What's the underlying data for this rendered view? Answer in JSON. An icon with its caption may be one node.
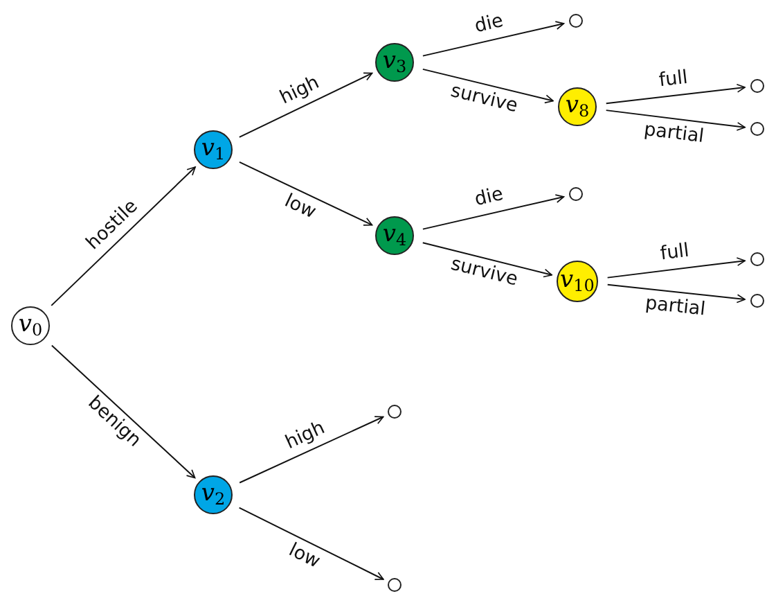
{
  "diagram": {
    "nodes": [
      {
        "text": [
          "*v*$_{0}$"
        ]
      },
      {
        "text": [
          "*v*$_{1}$"
        ]
      },
      {
        "text": [
          "*v*$_{2}$"
        ]
      },
      {
        "text": [
          "*v*$_{3}$"
        ]
      },
      {
        "text": [
          "*v*$_{4}$"
        ]
      },
      {
        "text": [
          "*v*$_{8}$"
        ]
      },
      {
        "text": [
          "*v*$_{10}$"
        ]
      },
      {
        "text": [],
        "shape": "circle"
      },
      {
        "text": [],
        "shape": "circle"
      },
      {
        "text": [],
        "shape": "circle"
      },
      {
        "text": [],
        "shape": "circle"
      },
      {
        "text": [],
        "shape": "circle"
      },
      {
        "text": [],
        "shape": "circle"
      },
      {
        "text": [],
        "shape": "circle"
      },
      {
        "text": [],
        "shape": "circle"
      }
    ],
    "edges": [
      {
        "from": 0,
        "to": 1,
        "arrow": "to",
        "label": "hostile"
      },
      {
        "from": 0,
        "to": 2,
        "arrow": "to",
        "label": "benign"
      },
      {
        "from": 1,
        "to": 3,
        "arrow": "to",
        "label": "high"
      },
      {
        "from": 1,
        "to": 4,
        "arrow": "to",
        "label": "low"
      },
      {
        "from": 3,
        "to": 7,
        "arrow": "to",
        "label": "die"
      },
      {
        "from": 3,
        "to": 5,
        "arrow": "to",
        "label": "survive"
      },
      {
        "from": 5,
        "to": 8,
        "arrow": "to",
        "label": "full"
      },
      {
        "from": 5,
        "to": 9,
        "arrow": "to",
        "label": "partial"
      },
      {
        "from": 4,
        "to": 10,
        "arrow": "to",
        "label": "die"
      },
      {
        "from": 4,
        "to": 6,
        "arrow": "to",
        "label": "survive"
      },
      {
        "from": 6,
        "to": 11,
        "arrow": "to",
        "label": "full"
      },
      {
        "from": 6,
        "to": 12,
        "arrow": "to",
        "label": "partial"
      },
      {
        "from": 2,
        "to": 13,
        "arrow": "to",
        "label": "high"
      },
      {
        "from": 2,
        "to": 14,
        "arrow": "to",
        "label": "low"
      }
    ]
  }
}
